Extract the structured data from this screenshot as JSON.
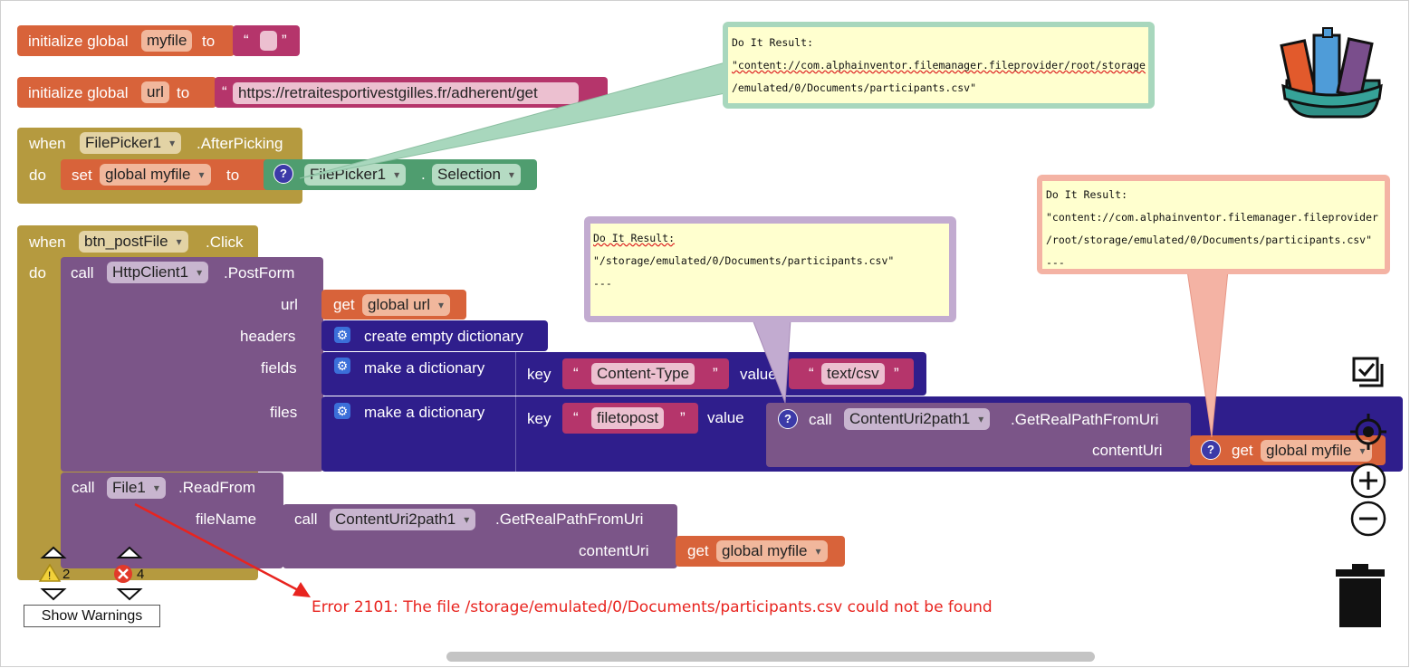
{
  "blocks": {
    "init_myfile": {
      "initialize": "initialize global",
      "var": "myfile",
      "to": "to",
      "open_quote": "“",
      "close_quote": "”"
    },
    "init_url": {
      "initialize": "initialize global",
      "var": "url",
      "to": "to",
      "open_quote": "“",
      "value": "https://retraitesportivestgilles.fr/adherent/get"
    },
    "filepicker_event": {
      "when": "when",
      "component": "FilePicker1",
      "event": ".AfterPicking",
      "do": "do",
      "set": "set",
      "set_var": "global myfile",
      "to": "to",
      "getter_component": "FilePicker1",
      "dot": ".",
      "property": "Selection"
    },
    "btn_event": {
      "when": "when",
      "component": "btn_postFile",
      "event": ".Click",
      "do": "do"
    },
    "postform": {
      "call": "call",
      "component": "HttpClient1",
      "method": ".PostForm",
      "url_label": "url",
      "url_get": "get",
      "url_var": "global url",
      "headers_label": "headers",
      "headers_block": "create empty dictionary",
      "fields_label": "fields",
      "fields_block": "make a dictionary",
      "fields_key": "key",
      "fields_key_value": "Content-Type",
      "fields_value_label": "value",
      "fields_value": "text/csv",
      "files_label": "files",
      "files_block": "make a dictionary",
      "files_key": "key",
      "files_key_value": "filetopost",
      "files_value_label": "value",
      "files_call": "call",
      "files_call_component": "ContentUri2path1",
      "files_call_method": ".GetRealPathFromUri",
      "files_contenturi_label": "contentUri",
      "files_get": "get",
      "files_get_var": "global myfile"
    },
    "readfrom": {
      "call": "call",
      "component": "File1",
      "method": ".ReadFrom",
      "filename_label": "fileName",
      "inner_call": "call",
      "inner_component": "ContentUri2path1",
      "inner_method": ".GetRealPathFromUri",
      "contenturi_label": "contentUri",
      "get": "get",
      "get_var": "global myfile"
    }
  },
  "bubbles": {
    "green": {
      "title": "Do It Result:",
      "line1": "\"content://com.alphainventor.filemanager.fileprovider/root/storage",
      "line2": "/emulated/0/Documents/participants.csv\""
    },
    "purple": {
      "title": "Do It Result:",
      "line1": "\"/storage/emulated/0/Documents/participants.csv\"",
      "line2": "---"
    },
    "salmon": {
      "title": "Do It Result:",
      "line1": "\"content://com.alphainventor.filemanager.fileprovider",
      "line2": "/root/storage/emulated/0/Documents/participants.csv\"",
      "line3": "---"
    }
  },
  "warnings": {
    "warning_count": "2",
    "error_count": "4",
    "show_warnings": "Show Warnings"
  },
  "error_message": "Error 2101: The file /storage/emulated/0/Documents/participants.csv could not be found",
  "colors": {
    "variables": "#d8633a",
    "text": "#b5356b",
    "control": "#b59a3f",
    "component": "#7b5588",
    "dictionary": "#2f1e8c",
    "filepicker": "#4f9d6f",
    "error": "#e8241f"
  },
  "icons": [
    "backpack-icon",
    "checkbox-stack-icon",
    "target-icon",
    "zoom-in-icon",
    "zoom-out-icon",
    "trash-icon",
    "warning-icon",
    "error-icon",
    "gear-icon",
    "help-icon"
  ]
}
